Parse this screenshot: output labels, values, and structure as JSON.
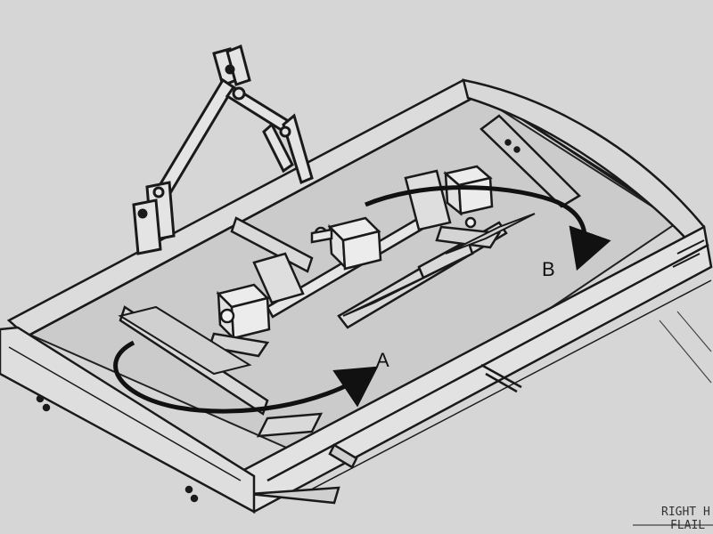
{
  "diagram": {
    "labels": {
      "a": "A",
      "b": "B"
    },
    "corner_text": {
      "line1": "RIGHT H",
      "line2": "FLAIL"
    },
    "colors": {
      "paper": "#d6d6d6",
      "deck": "#cfcfcf",
      "line": "#1a1a1a",
      "arrow": "#111111"
    },
    "arrow_a_direction": "counter-clockwise",
    "arrow_b_direction": "clockwise",
    "icons": [
      "rotation-arrow-a",
      "rotation-arrow-b",
      "gearbox-left",
      "gearbox-center",
      "gearbox-right"
    ]
  }
}
